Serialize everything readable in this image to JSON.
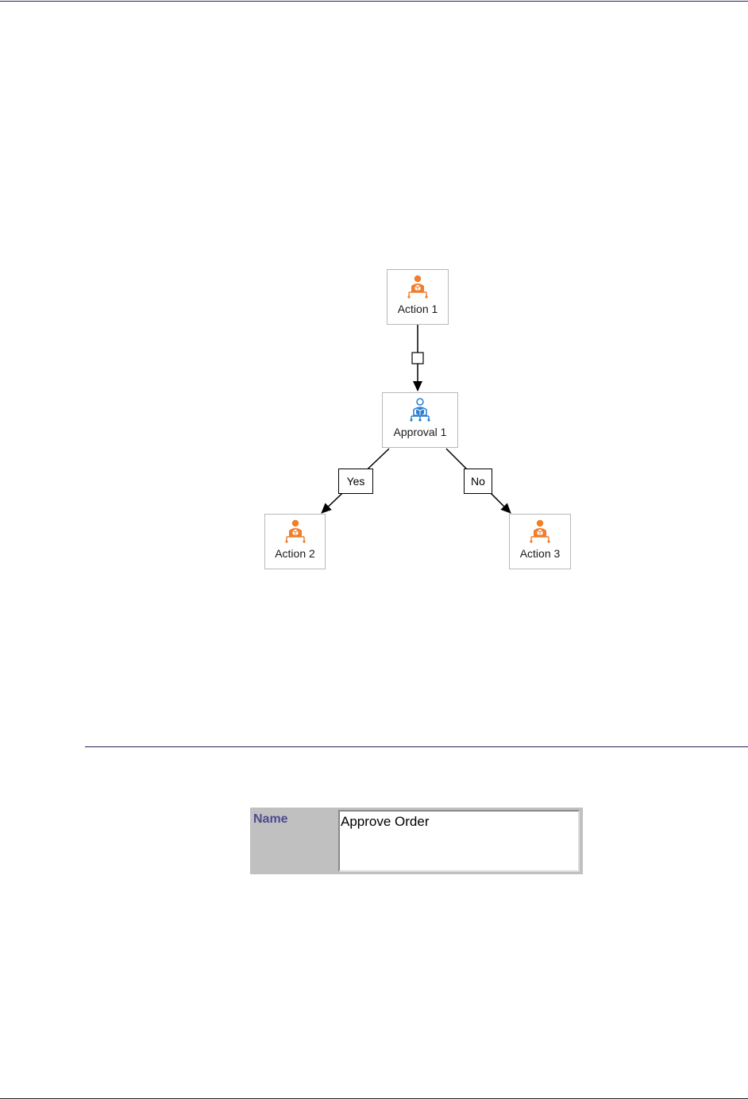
{
  "diagram": {
    "nodes": [
      {
        "id": "action1",
        "label": "Action 1",
        "kind": "action"
      },
      {
        "id": "approval1",
        "label": "Approval 1",
        "kind": "approval"
      },
      {
        "id": "action2",
        "label": "Action 2",
        "kind": "action"
      },
      {
        "id": "action3",
        "label": "Action 3",
        "kind": "action"
      }
    ],
    "edges": [
      {
        "from": "action1",
        "to": "approval1",
        "label": ""
      },
      {
        "from": "approval1",
        "to": "action2",
        "label": "Yes"
      },
      {
        "from": "approval1",
        "to": "action3",
        "label": "No"
      }
    ],
    "colors": {
      "action_icon": "#f27d2a",
      "approval_icon": "#2a7fd4"
    },
    "icons": {
      "action": "user-action-icon",
      "approval": "user-approval-icon"
    }
  },
  "properties": {
    "name_label": "Name",
    "name_value": "Approve Order"
  }
}
